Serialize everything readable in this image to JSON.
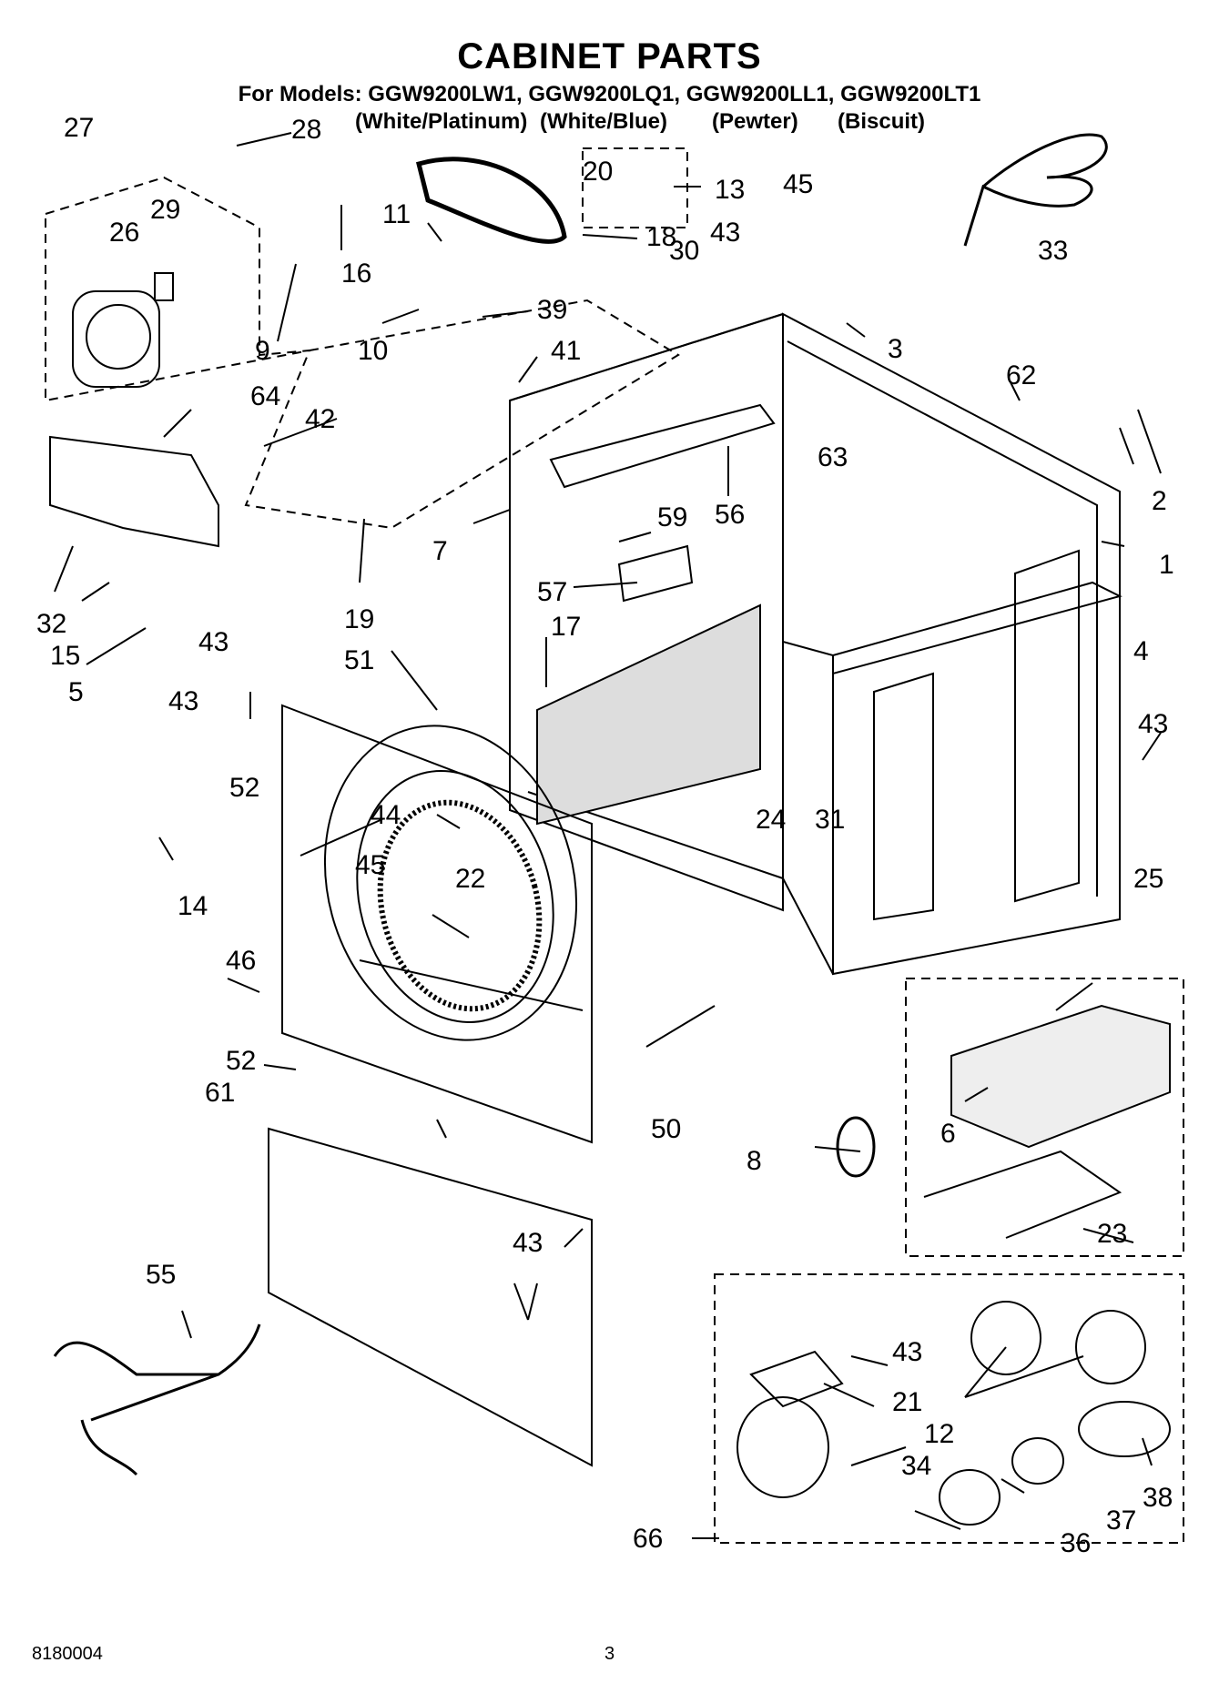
{
  "header": {
    "title": "CABINET PARTS",
    "models_line": "For Models: GGW9200LW1, GGW9200LQ1, GGW9200LL1, GGW9200LT1",
    "variants": [
      "(White/Platinum)",
      "(White/Blue)",
      "(Pewter)",
      "(Biscuit)"
    ]
  },
  "footer": {
    "doc_number": "8180004",
    "page_number": "3"
  },
  "callouts": [
    "1",
    "2",
    "3",
    "4",
    "5",
    "6",
    "7",
    "8",
    "9",
    "10",
    "11",
    "12",
    "13",
    "14",
    "15",
    "16",
    "17",
    "18",
    "19",
    "20",
    "21",
    "22",
    "23",
    "24",
    "25",
    "26",
    "27",
    "28",
    "29",
    "30",
    "31",
    "32",
    "33",
    "34",
    "36",
    "37",
    "38",
    "39",
    "41",
    "42",
    "43",
    "44",
    "45",
    "46",
    "50",
    "51",
    "52",
    "55",
    "56",
    "57",
    "59",
    "61",
    "62",
    "63",
    "64",
    "66"
  ]
}
